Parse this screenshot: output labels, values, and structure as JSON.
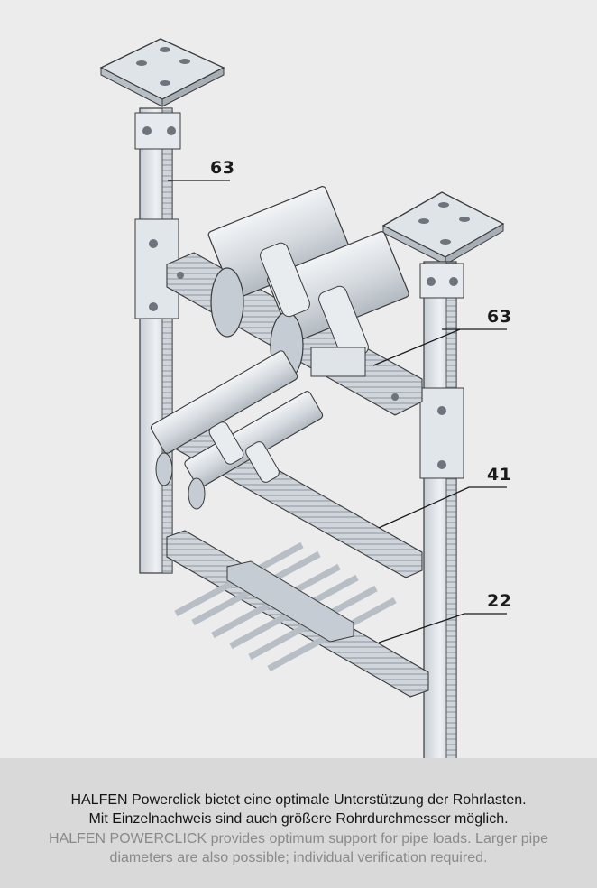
{
  "figure": {
    "callouts": [
      "63",
      "63",
      "41",
      "22"
    ]
  },
  "caption": {
    "de_line1": "HALFEN Powerclick bietet eine optimale Unterstützung der Rohrlasten.",
    "de_line2": "Mit Einzelnachweis sind auch größere Rohrdurchmesser möglich.",
    "en_line1": "HALFEN POWERCLICK provides optimum support for pipe loads. Larger pipe",
    "en_line2": "diameters are also possible; individual verification required."
  },
  "colors": {
    "background": "#ececec",
    "caption_band": "#d9d9d9",
    "steel": "#d8dde2",
    "steel_shade": "#aeb5bd",
    "outline": "#3a3a3a",
    "caption_primary": "#141414",
    "caption_secondary": "#8a8a8a"
  }
}
